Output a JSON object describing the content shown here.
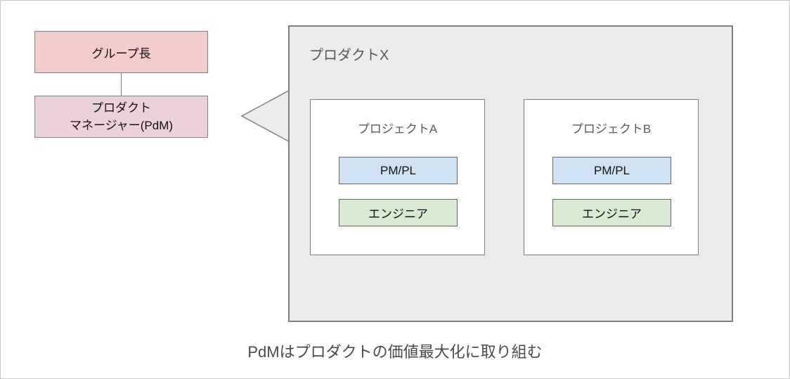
{
  "org": {
    "group_leader": {
      "label": "グループ長",
      "fill": "#f4cccc"
    },
    "pdm": {
      "label_line1": "プロダクト",
      "label_line2": "マネージャー(PdM)",
      "fill": "#ead1dc"
    }
  },
  "product": {
    "title": "プロダクトX",
    "fill": "#ececec",
    "projects": [
      {
        "title": "プロジェクトA",
        "roles": [
          {
            "label": "PM/PL",
            "fill": "#cfe2f3"
          },
          {
            "label": "エンジニア",
            "fill": "#d9ead3"
          }
        ]
      },
      {
        "title": "プロジェクトB",
        "roles": [
          {
            "label": "PM/PL",
            "fill": "#cfe2f3"
          },
          {
            "label": "エンジニア",
            "fill": "#d9ead3"
          }
        ]
      }
    ]
  },
  "callout": {
    "fill": "#ececec",
    "stroke": "#7f7f7f"
  },
  "caption": "PdMはプロダクトの価値最大化に取り組む"
}
